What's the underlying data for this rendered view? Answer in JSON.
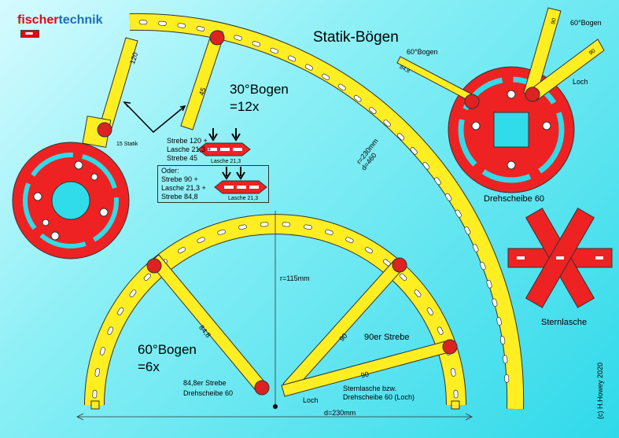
{
  "brand": {
    "part1": "fischer",
    "part2": "technik"
  },
  "title": "Statik-Bögen",
  "bogen30": {
    "line1": "30°Bogen",
    "line2": "=12x"
  },
  "bogen60": {
    "line1": "60°Bogen",
    "line2": "=6x"
  },
  "combo1": {
    "line1": "Strebe 120 +",
    "line2": "Lasche 21,3 +",
    "line3": "Strebe 45",
    "plate_label": "Lasche 21,3"
  },
  "combo2": {
    "line1": "Oder:",
    "line2": "Strebe 90 +",
    "line3": "Lasche 21,3 +",
    "line4": "Strebe 84,8",
    "plate_label": "Lasche 21,3"
  },
  "labels": {
    "statik15": "15 Statik",
    "strut120": "120",
    "strut45": "45",
    "radius_big": "r=230mm",
    "diameter_big": "d=460",
    "radius_small": "r=115mm",
    "diameter_small": "d=230mm",
    "strut848": "84,8",
    "strut90": "90",
    "strut90b": "90",
    "top_60bogen": "60°Bogen",
    "top_60bogen_right": "60°Bogen",
    "strut848_top": "84,8",
    "strut90_top_a": "90",
    "strut90_top_b": "90",
    "loch_top": "Loch",
    "drehscheibe": "Drehscheibe 60",
    "sternlasche": "Sternlasche",
    "strebe90er": "90er Strebe",
    "strebe848er": "84,8er Strebe",
    "drehscheibe60": "Drehscheibe 60",
    "sternlasche_bzw": "Sternlasche bzw.",
    "drehscheibe_loch": "Drehscheibe 60 (Loch)",
    "loch_bottom": "Loch",
    "copyright": "(c) H.Howey  2020"
  },
  "colors": {
    "yellow": "#ffee22",
    "red": "#ee2222",
    "outline": "#333333"
  }
}
